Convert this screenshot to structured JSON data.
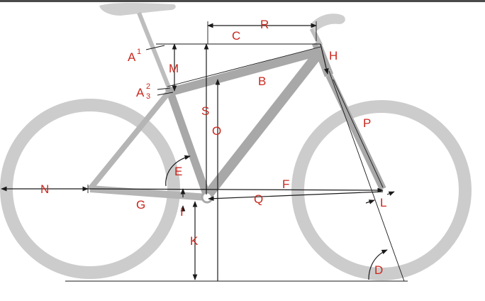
{
  "diagram": {
    "labels": {
      "A1": {
        "main": "A",
        "sup": "1"
      },
      "A23": {
        "main": "A",
        "sup": "2",
        "sub": "3"
      },
      "B": "B",
      "C": "C",
      "D": "D",
      "E": "E",
      "F": "F",
      "G": "G",
      "H": "H",
      "I": "I",
      "K": "K",
      "L": "L",
      "M": "M",
      "N": "N",
      "O": "O",
      "P": "P",
      "Q": "Q",
      "R": "R",
      "S": "S"
    },
    "colors": {
      "label": "#c8281e",
      "frame": "#a8a8a8",
      "wheel": "#cccccc",
      "line": "#1a1a1a",
      "top_bar": "#4a4a4a"
    }
  }
}
